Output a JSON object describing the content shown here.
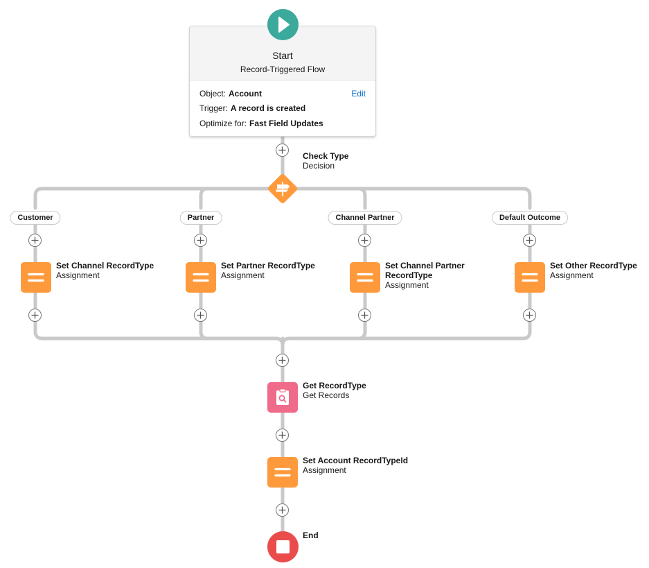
{
  "start": {
    "title": "Start",
    "subtitle": "Record-Triggered Flow",
    "object_label": "Object:",
    "object_value": "Account",
    "trigger_label": "Trigger:",
    "trigger_value": "A record is created",
    "optimize_label": "Optimize for:",
    "optimize_value": "Fast Field Updates",
    "edit_label": "Edit"
  },
  "decision": {
    "title": "Check Type",
    "type": "Decision",
    "outcomes": [
      "Customer",
      "Partner",
      "Channel Partner",
      "Default Outcome"
    ]
  },
  "assignments": [
    {
      "title": "Set Channel RecordType",
      "type": "Assignment"
    },
    {
      "title": "Set Partner RecordType",
      "type": "Assignment"
    },
    {
      "title": "Set Channel Partner RecordType",
      "type": "Assignment"
    },
    {
      "title": "Set Other RecordType",
      "type": "Assignment"
    }
  ],
  "get_records": {
    "title": "Get RecordType",
    "type": "Get Records"
  },
  "final_assignment": {
    "title": "Set Account RecordTypeId",
    "type": "Assignment"
  },
  "end": {
    "title": "End"
  },
  "colors": {
    "start": "#3ba99c",
    "decision": "#ff9a3c",
    "assignment": "#ff9a3c",
    "get_records": "#f06a8a",
    "end": "#ea4c4c",
    "connector": "#c9c9c9",
    "link": "#0b6bcb"
  },
  "icons": {
    "start": "play-icon",
    "decision": "decision-signpost-icon",
    "assignment": "assignment-equals-icon",
    "get_records": "get-records-search-icon",
    "end": "stop-icon",
    "add": "plus-icon"
  }
}
